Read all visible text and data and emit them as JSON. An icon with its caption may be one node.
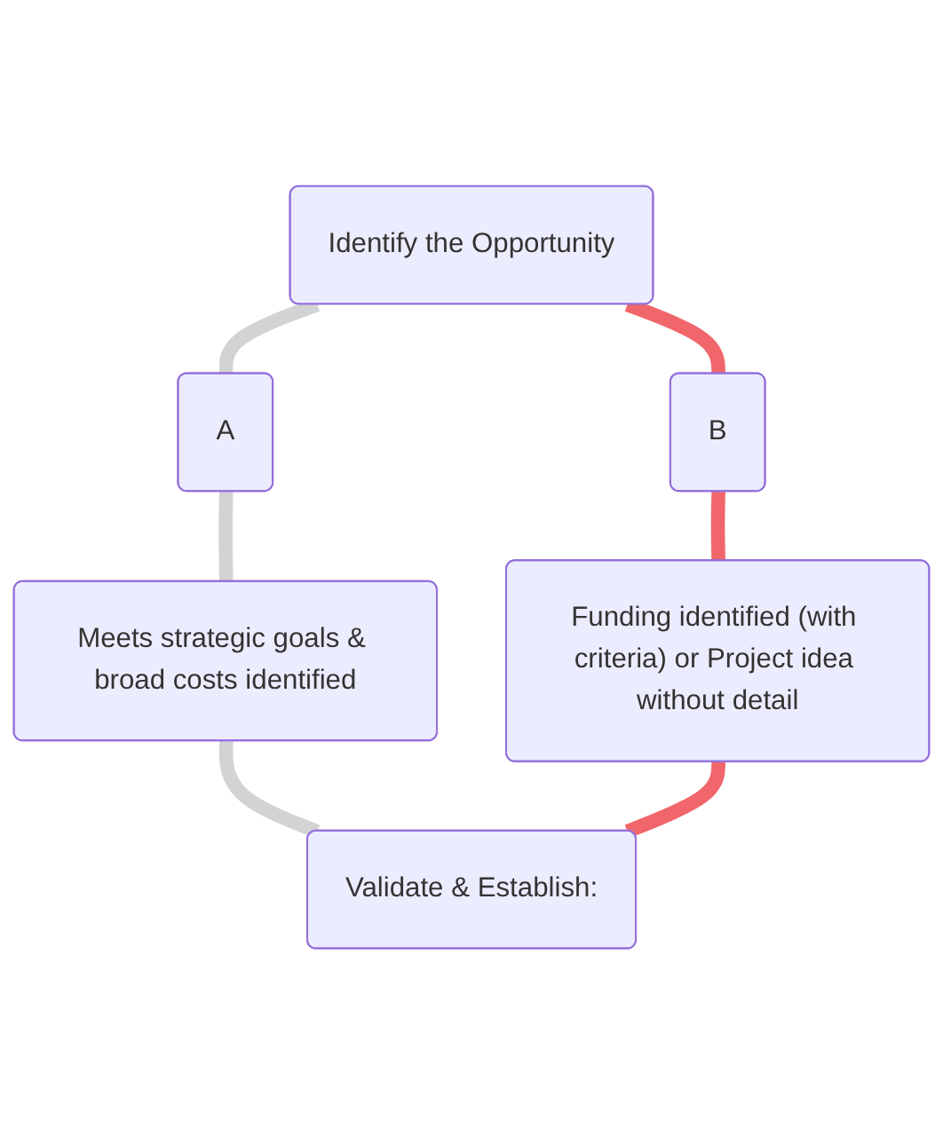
{
  "diagram": {
    "nodes": [
      {
        "text": [
          "Identify the Opportunity"
        ]
      },
      {
        "text": [
          "A"
        ]
      },
      {
        "text": [
          "Meets strategic goals & broad costs identified"
        ]
      },
      {
        "text": [
          "B"
        ]
      },
      {
        "text": [
          "Funding identified (with criteria) or Project idea without detail"
        ]
      },
      {
        "text": [
          "Validate & Establish:"
        ]
      }
    ],
    "edges": [
      {
        "from": 0,
        "to": 1,
        "arrow": "none",
        "color": "#d1d3d4"
      },
      {
        "from": 1,
        "to": 2,
        "arrow": "none",
        "color": "#d1d3d4"
      },
      {
        "from": 2,
        "to": 5,
        "arrow": "none",
        "color": "#d1d3d4"
      },
      {
        "from": 0,
        "to": 3,
        "arrow": "none",
        "color": "#f0666b"
      },
      {
        "from": 3,
        "to": 4,
        "arrow": "none",
        "color": "#f0666b"
      },
      {
        "from": 4,
        "to": 5,
        "arrow": "none",
        "color": "#f0666b"
      }
    ]
  }
}
